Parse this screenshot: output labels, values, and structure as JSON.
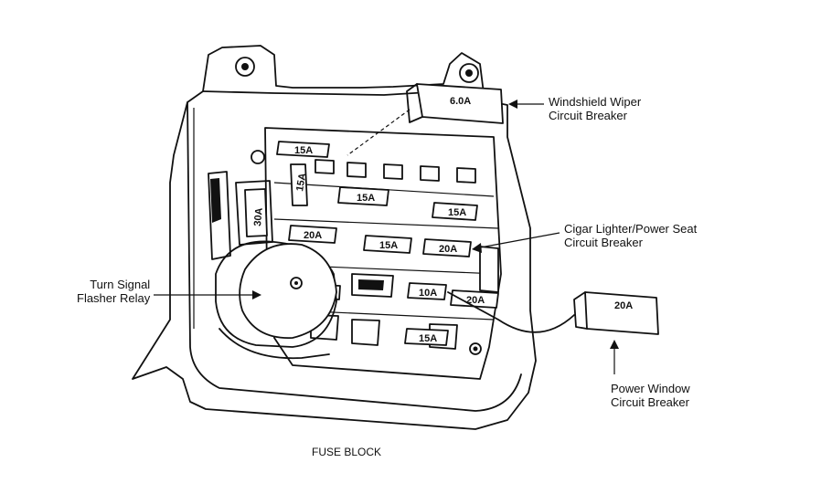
{
  "caption": "FUSE BLOCK",
  "callouts": {
    "wiper": [
      "Windshield Wiper",
      "Circuit Breaker"
    ],
    "cigar": [
      "Cigar Lighter/Power Seat",
      "Circuit Breaker"
    ],
    "flasher": [
      "Turn Signal",
      "Flasher Relay"
    ],
    "window": [
      "Power Window",
      "Circuit Breaker"
    ]
  },
  "ratings": {
    "wiper_breaker": "6.0A",
    "window_breaker": "20A",
    "fuse_top": "15A",
    "fuse_vertical": "15A",
    "fuse_side": "30A",
    "fuse_mid": "15A",
    "fuse_right_top": "15A",
    "fuse_left_row2": "20A",
    "fuse_center_row2": "15A",
    "fuse_cigar": "20A",
    "fuse_10a": "10A",
    "fuse_right_20a": "20A",
    "fuse_bottom": "15A"
  }
}
